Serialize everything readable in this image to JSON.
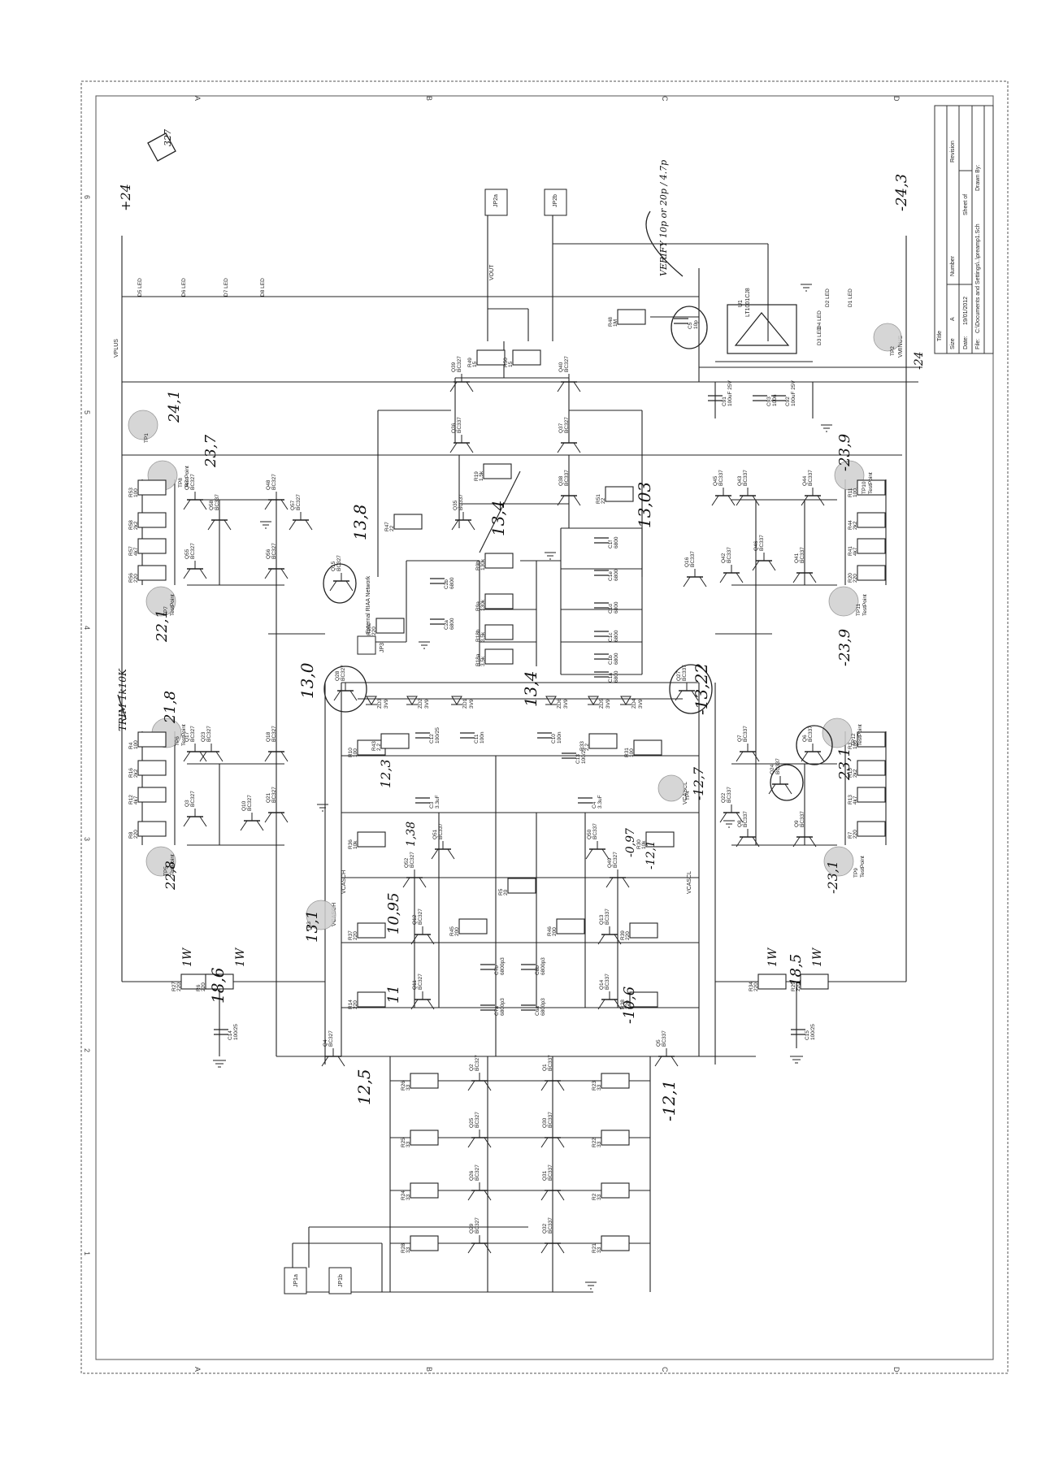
{
  "title_block": {
    "title_label": "Title",
    "size_label": "Size",
    "size_value": "A",
    "number_label": "Number",
    "revision_label": "Revision",
    "date_label": "Date:",
    "date_value": "19/01/2012",
    "file_label": "File:",
    "file_value": "C:\\Documents and Settings\\..\\preamp1.Sch",
    "sheet_label": "Sheet of",
    "drawn_label": "Drawn By:"
  },
  "border": {
    "top_letters": [
      "A",
      "B",
      "C",
      "D"
    ],
    "side_numbers": [
      "1",
      "2",
      "3",
      "4",
      "5",
      "6"
    ]
  },
  "rails": {
    "vplus": "VPLUS",
    "vminus": "VMINUS",
    "vout": "VOUT",
    "vcasch": "VCASCH",
    "vcascl": "VCASCL"
  },
  "connectors": {
    "jp2a": "JP2a",
    "jp2b": "JP2b",
    "jp1a": "JP1a",
    "jp1b": "JP1b",
    "jp3": "JP3"
  },
  "op_amp": {
    "ref": "U1",
    "part": "LT1001CJ8"
  },
  "riaa_note": "External RIAA Network",
  "leds": [
    "D5 LED",
    "D6 LED",
    "D7 LED",
    "D8 LED",
    "D1 LED",
    "D2 LED",
    "D3 LED",
    "D4 LED"
  ],
  "transistors": [
    {
      "ref": "Q39",
      "part": "BC327"
    },
    {
      "ref": "Q40",
      "part": "BC327"
    },
    {
      "ref": "Q36",
      "part": "BC337"
    },
    {
      "ref": "Q37",
      "part": "BC327"
    },
    {
      "ref": "Q47",
      "part": "BC327"
    },
    {
      "ref": "Q48",
      "part": "BC327"
    },
    {
      "ref": "Q58",
      "part": "BC337"
    },
    {
      "ref": "Q57",
      "part": "BC327"
    },
    {
      "ref": "Q35",
      "part": "BC337"
    },
    {
      "ref": "Q38",
      "part": "BC337"
    },
    {
      "ref": "Q45",
      "part": "BC337"
    },
    {
      "ref": "Q43",
      "part": "BC337"
    },
    {
      "ref": "Q44",
      "part": "BC337"
    },
    {
      "ref": "Q55",
      "part": "BC327"
    },
    {
      "ref": "Q56",
      "part": "BC327"
    },
    {
      "ref": "Q15",
      "part": "BC327"
    },
    {
      "ref": "Q16",
      "part": "BC337"
    },
    {
      "ref": "Q42",
      "part": "BC337"
    },
    {
      "ref": "Q46",
      "part": "BC337"
    },
    {
      "ref": "Q41",
      "part": "BC337"
    },
    {
      "ref": "Q28",
      "part": "BC327"
    },
    {
      "ref": "Q27",
      "part": "BC337"
    },
    {
      "ref": "Q17",
      "part": "BC327"
    },
    {
      "ref": "Q23",
      "part": "BC327"
    },
    {
      "ref": "Q18",
      "part": "BC327"
    },
    {
      "ref": "Q3",
      "part": "BC327"
    },
    {
      "ref": "Q10",
      "part": "BC327"
    },
    {
      "ref": "Q21",
      "part": "BC327"
    },
    {
      "ref": "Q7",
      "part": "BC337"
    },
    {
      "ref": "Q6",
      "part": "BC337"
    },
    {
      "ref": "Q24",
      "part": "BC337"
    },
    {
      "ref": "Q22",
      "part": "BC337"
    },
    {
      "ref": "Q8",
      "part": "BC337"
    },
    {
      "ref": "Q9",
      "part": "BC337"
    },
    {
      "ref": "Q51",
      "part": "BC337"
    },
    {
      "ref": "Q50",
      "part": "BC337"
    },
    {
      "ref": "Q52",
      "part": "BC327"
    },
    {
      "ref": "Q49",
      "part": "BC327"
    },
    {
      "ref": "Q12",
      "part": "BC327"
    },
    {
      "ref": "Q13",
      "part": "BC337"
    },
    {
      "ref": "Q11",
      "part": "BC327"
    },
    {
      "ref": "Q14",
      "part": "BC337"
    },
    {
      "ref": "Q4",
      "part": "BC327"
    },
    {
      "ref": "Q5",
      "part": "BC337"
    },
    {
      "ref": "Q2",
      "part": "BC327"
    },
    {
      "ref": "Q1",
      "part": "BC337"
    },
    {
      "ref": "Q25",
      "part": "BC327"
    },
    {
      "ref": "Q30",
      "part": "BC337"
    },
    {
      "ref": "Q26",
      "part": "BC327"
    },
    {
      "ref": "Q31",
      "part": "BC337"
    },
    {
      "ref": "Q29",
      "part": "BC327"
    },
    {
      "ref": "Q32",
      "part": "BC337"
    }
  ],
  "resistors": [
    {
      "ref": "R49",
      "value": "15"
    },
    {
      "ref": "R50",
      "value": "15"
    },
    {
      "ref": "R48",
      "value": "1M"
    },
    {
      "ref": "R53",
      "value": "100"
    },
    {
      "ref": "R58",
      "value": "2k2"
    },
    {
      "ref": "R57",
      "value": "4k7"
    },
    {
      "ref": "R56",
      "value": "220"
    },
    {
      "ref": "R47",
      "value": "22"
    },
    {
      "ref": "R19",
      "value": "1.5k"
    },
    {
      "ref": "R51",
      "value": "22"
    },
    {
      "ref": "R11",
      "value": "100"
    },
    {
      "ref": "R44",
      "value": "2k2"
    },
    {
      "ref": "R41",
      "value": "4k7"
    },
    {
      "ref": "R20",
      "value": "220"
    },
    {
      "ref": "R9b",
      "value": "130k"
    },
    {
      "ref": "R9a",
      "value": "130k"
    },
    {
      "ref": "R18b",
      "value": "3.5k"
    },
    {
      "ref": "R18a",
      "value": "3.5k"
    },
    {
      "ref": "R18c",
      "value": "220"
    },
    {
      "ref": "R4",
      "value": "100"
    },
    {
      "ref": "R16",
      "value": "2k2"
    },
    {
      "ref": "R12",
      "value": "4k7"
    },
    {
      "ref": "R8",
      "value": "220"
    },
    {
      "ref": "R10",
      "value": "100"
    },
    {
      "ref": "R43",
      "value": "2.2"
    },
    {
      "ref": "R33",
      "value": "2.2"
    },
    {
      "ref": "R31",
      "value": "100"
    },
    {
      "ref": "R3",
      "value": "100"
    },
    {
      "ref": "R15",
      "value": "2k2"
    },
    {
      "ref": "R13",
      "value": "4k7"
    },
    {
      "ref": "R7",
      "value": "220"
    },
    {
      "ref": "R36",
      "value": "10k"
    },
    {
      "ref": "R30",
      "value": "10k"
    },
    {
      "ref": "R5",
      "value": "20"
    },
    {
      "ref": "R37",
      "value": "220"
    },
    {
      "ref": "R39",
      "value": "220"
    },
    {
      "ref": "R45",
      "value": "200"
    },
    {
      "ref": "R46",
      "value": "200"
    },
    {
      "ref": "R14",
      "value": "220"
    },
    {
      "ref": "R38",
      "value": "220"
    },
    {
      "ref": "R27",
      "value": "220"
    },
    {
      "ref": "R6",
      "value": "220"
    },
    {
      "ref": "R34",
      "value": "220"
    },
    {
      "ref": "R29",
      "value": "220"
    },
    {
      "ref": "R26",
      "value": "33"
    },
    {
      "ref": "R23",
      "value": "33"
    },
    {
      "ref": "R25",
      "value": "33"
    },
    {
      "ref": "R22",
      "value": "33"
    },
    {
      "ref": "R24",
      "value": "33"
    },
    {
      "ref": "R2",
      "value": "33"
    },
    {
      "ref": "R28",
      "value": "33"
    },
    {
      "ref": "R21",
      "value": "33"
    }
  ],
  "capacitors": [
    {
      "ref": "C5",
      "value": "10p"
    },
    {
      "ref": "C91",
      "value": "100uF 25V"
    },
    {
      "ref": "C93",
      "value": "100n"
    },
    {
      "ref": "C92",
      "value": "100uF 25V"
    },
    {
      "ref": "C2b",
      "value": "6800"
    },
    {
      "ref": "C2a",
      "value": "6800"
    },
    {
      "ref": "C1f",
      "value": "6800"
    },
    {
      "ref": "C1e",
      "value": "6800"
    },
    {
      "ref": "C1d",
      "value": "6800"
    },
    {
      "ref": "C1c",
      "value": "6800"
    },
    {
      "ref": "C1b",
      "value": "6800"
    },
    {
      "ref": "C1a",
      "value": "6800"
    },
    {
      "ref": "C12",
      "value": "100/25"
    },
    {
      "ref": "C11",
      "value": "100n"
    },
    {
      "ref": "C10",
      "value": "100n"
    },
    {
      "ref": "C13",
      "value": "100/25"
    },
    {
      "ref": "C3",
      "value": "3.3uF"
    },
    {
      "ref": "C4",
      "value": "3.3uF"
    },
    {
      "ref": "C7b",
      "value": "6800p3"
    },
    {
      "ref": "C8b",
      "value": "6800p3"
    },
    {
      "ref": "C7a",
      "value": "6800p3"
    },
    {
      "ref": "C6a",
      "value": "6800p3"
    },
    {
      "ref": "C14",
      "value": "100/25"
    },
    {
      "ref": "C15",
      "value": "100/25"
    }
  ],
  "zeners": [
    {
      "ref": "ZD3",
      "value": "3V9"
    },
    {
      "ref": "ZD2",
      "value": "3V9"
    },
    {
      "ref": "ZD1",
      "value": "3V9"
    },
    {
      "ref": "ZD6",
      "value": "3V9"
    },
    {
      "ref": "ZD5",
      "value": "3V9"
    },
    {
      "ref": "ZD4",
      "value": "3V9"
    }
  ],
  "test_points": [
    {
      "ref": "TP1",
      "label": ""
    },
    {
      "ref": "TP8",
      "label": "TestPoint"
    },
    {
      "ref": "TP7",
      "label": "TestPoint"
    },
    {
      "ref": "TP6",
      "label": "TestPoint"
    },
    {
      "ref": "TP5",
      "label": "TestPoint"
    },
    {
      "ref": "TP3",
      "label": ""
    },
    {
      "ref": "TP4",
      "label": ""
    },
    {
      "ref": "TP2",
      "label": ""
    },
    {
      "ref": "TP10",
      "label": "TestPoint"
    },
    {
      "ref": "TP11",
      "label": "TestPoint"
    },
    {
      "ref": "TP12",
      "label": "TestPoint"
    },
    {
      "ref": "TP9",
      "label": "TestPoint"
    }
  ],
  "handwritten_notes": [
    "+24",
    "327",
    "-24,3",
    "-24",
    "VERIFY 10p or 20p / 4.7p",
    "24,1",
    "23,7",
    "13,8",
    "13,4",
    "13,03",
    "-23,9",
    "22,1",
    "-23,9",
    "TRIM 1k10K",
    "21,8",
    "13,0",
    "13,4",
    "-13,22",
    "23,1",
    "12,3",
    "-12,1",
    "-12,7",
    "1,38",
    "-0,97",
    "22,8",
    "13,1",
    "10,95",
    "11",
    "-10,6",
    "18,6",
    "1W",
    "1W",
    "-18,5",
    "1W",
    "1W",
    "12,5",
    "-12,1",
    "-23,1"
  ]
}
